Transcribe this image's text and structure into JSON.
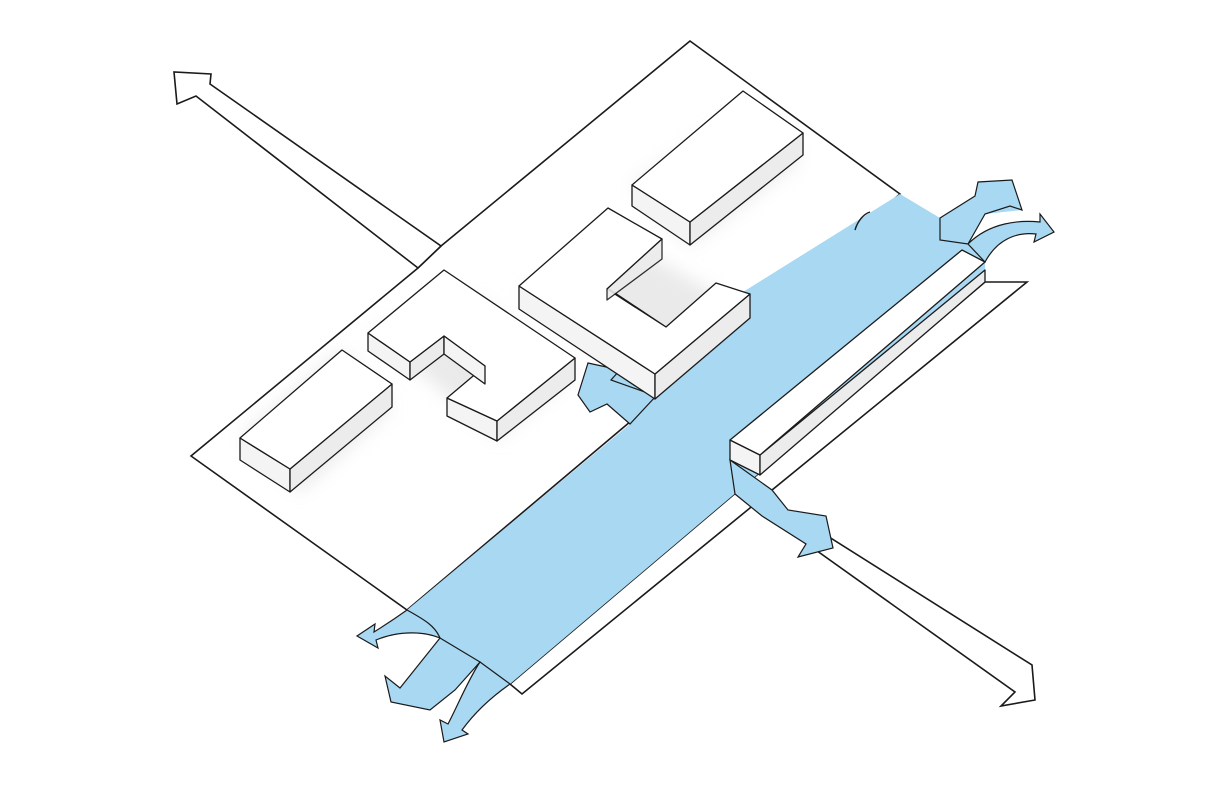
{
  "colors": {
    "background": "#ffffff",
    "outline": "#1a1a1a",
    "water": "#a8d8f2",
    "building_top": "#ffffff",
    "building_left": "#f4f4f4",
    "building_right": "#ececec",
    "shadow": "#d9d9d9"
  },
  "diagram": {
    "elements": [
      "site-plot",
      "axis-arrow-northwest",
      "axis-arrow-southeast",
      "blue-corridor",
      "flow-arrows",
      "building-masses"
    ]
  }
}
